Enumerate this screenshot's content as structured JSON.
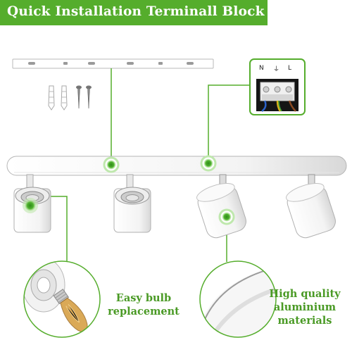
{
  "title": "Quick Installation Terminall Block",
  "terminal_labels": {
    "neutral": "N",
    "ground": "⏚",
    "live": "L"
  },
  "callouts": {
    "bulb_line1": "Easy bulb",
    "bulb_line2": "replacement",
    "material_line1": "High quality",
    "material_line2": "aluminium",
    "material_line3": "materials"
  },
  "colors": {
    "accent": "#55ad2c",
    "fixture": "#ffffff",
    "outline": "#b5b5b5",
    "text_green": "#4a9a25"
  }
}
